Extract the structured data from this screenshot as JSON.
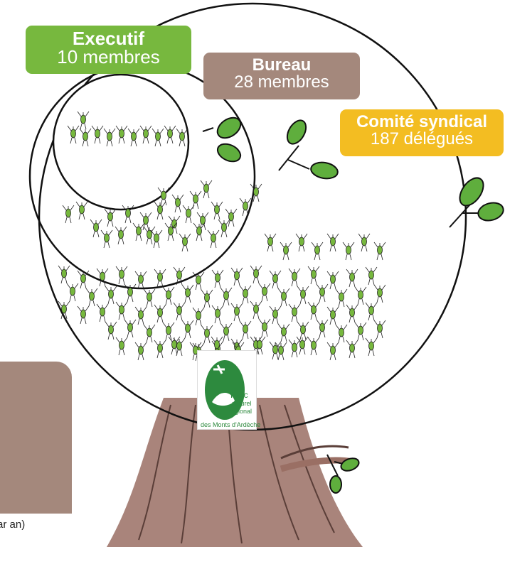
{
  "groups": {
    "executif": {
      "title": "Executif",
      "count": "10 membres",
      "color": "#77b83e"
    },
    "bureau": {
      "title": "Bureau",
      "count": "28 membres",
      "color": "#a4887c"
    },
    "comite": {
      "title": "Comité syndical",
      "count": "187 délégués",
      "color": "#f3bd22"
    }
  },
  "logo": {
    "line1": "Parc",
    "line2": "naturel",
    "line3": "régional",
    "line4": "des Monts d'Ardèche"
  },
  "footnote": "ar an)",
  "colors": {
    "leaf": "#5fae3d",
    "trunk": "#9a6f64",
    "figure": "#77b83e"
  }
}
